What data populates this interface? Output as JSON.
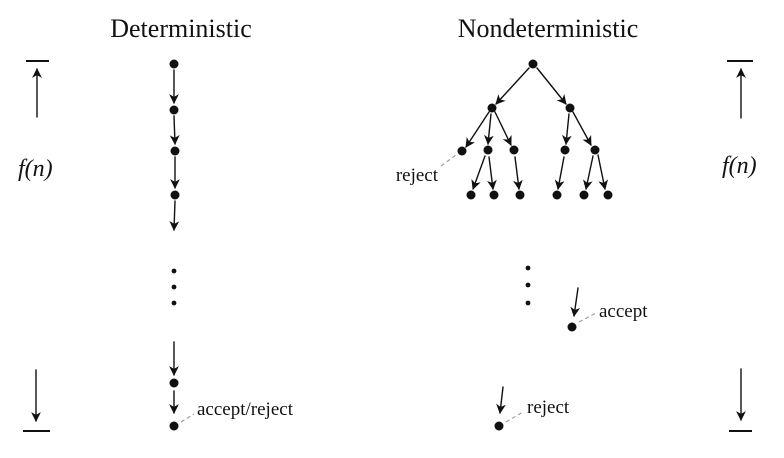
{
  "titles": {
    "deterministic": "Deterministic",
    "nondeterministic": "Nondeterministic"
  },
  "measures": {
    "left_label": "f(n)",
    "right_label": "f(n)"
  },
  "labels": {
    "tree_reject": "reject",
    "accept": "accept",
    "bottom_reject": "reject",
    "accept_reject": "accept/reject"
  },
  "colors": {
    "ink": "#111111",
    "connector": "#9a9a9a",
    "background": "#ffffff"
  }
}
